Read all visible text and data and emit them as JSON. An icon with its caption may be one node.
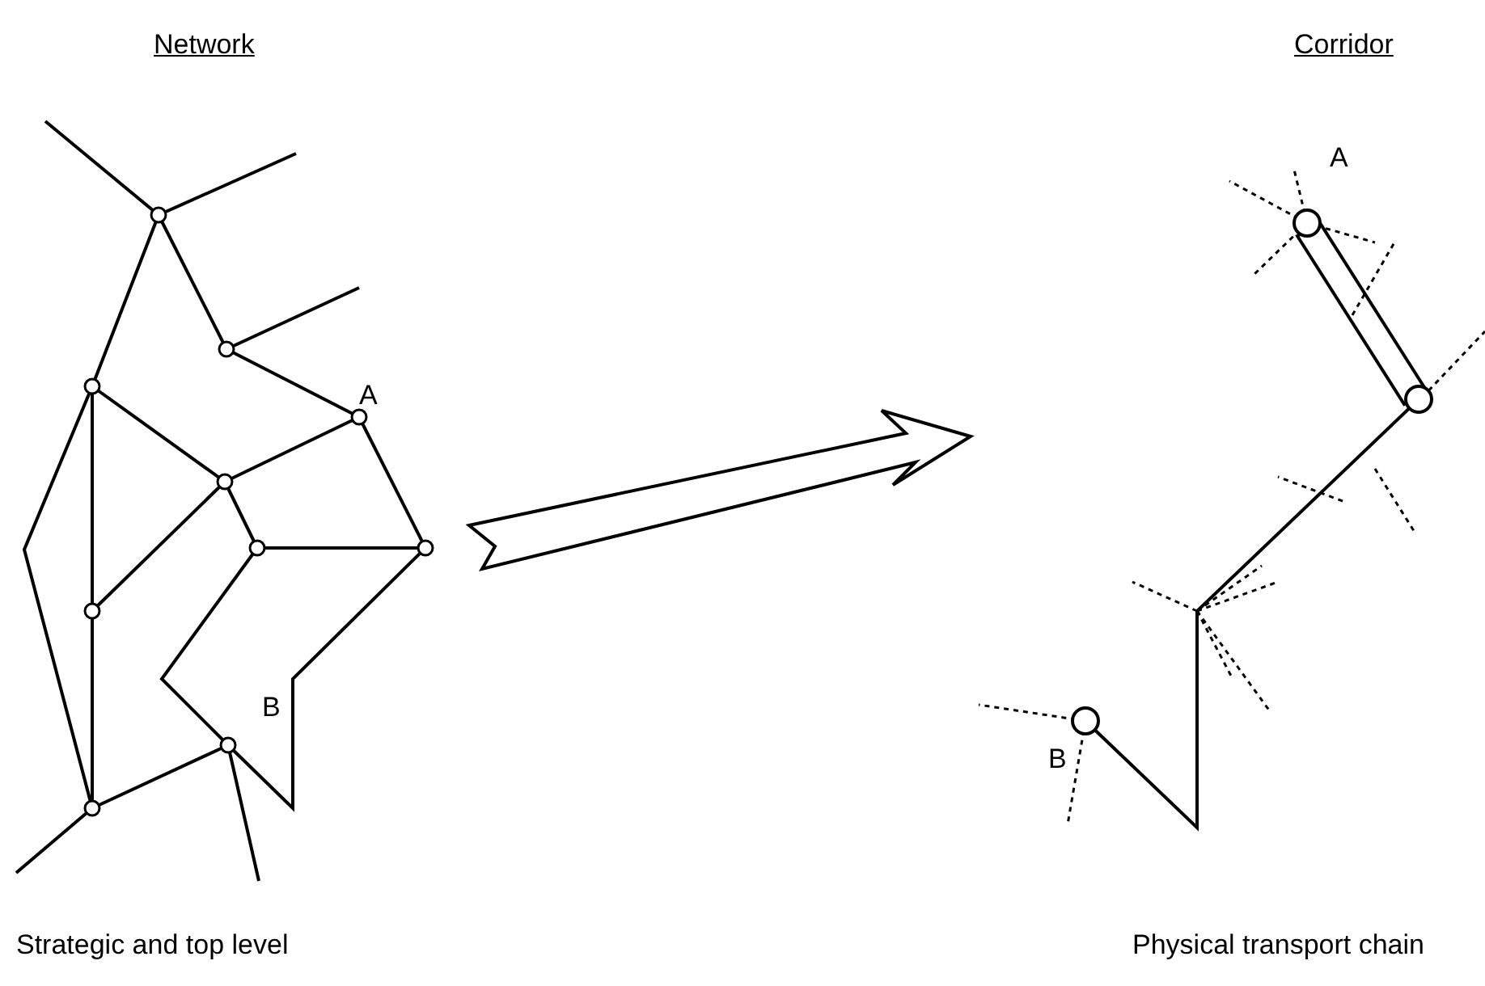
{
  "diagram": {
    "nodes": [
      {
        "text": [
          "Network",
          "A",
          "B"
        ],
        "beside": [
          "Strategic and top level"
        ]
      },
      {
        "text": [
          "Corridor",
          "A",
          "B"
        ],
        "beside": [
          "Physical transport chain"
        ]
      }
    ],
    "edges": [
      {
        "from": 0,
        "to": 1,
        "arrow": "to"
      }
    ]
  }
}
